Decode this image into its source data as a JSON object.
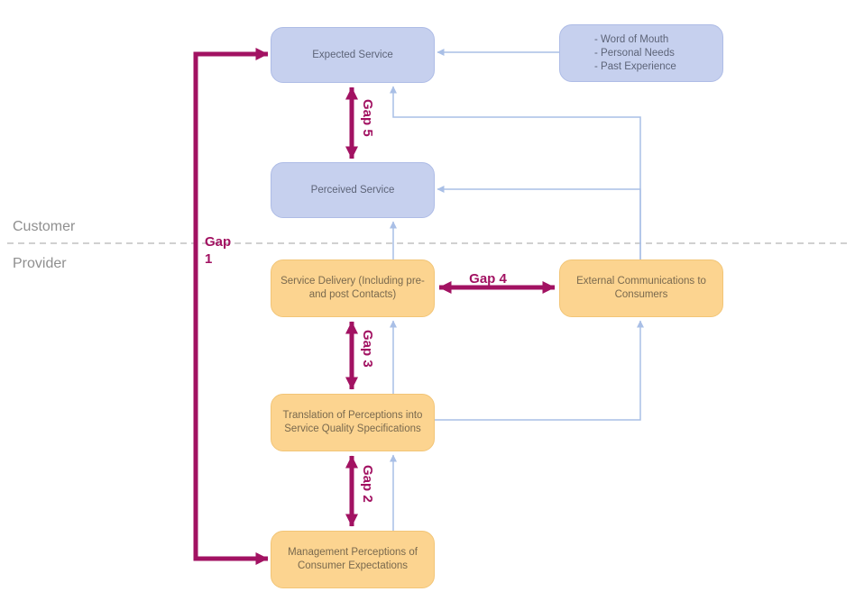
{
  "diagram": {
    "regions": {
      "customer": "Customer",
      "provider": "Provider"
    },
    "gaps": {
      "gap1": "Gap 1",
      "gap2": "Gap 2",
      "gap3": "Gap 3",
      "gap4": "Gap 4",
      "gap5": "Gap 5"
    },
    "boxes": {
      "expected_service": {
        "label": "Expected Service"
      },
      "influences": {
        "lines": [
          "- Word of Mouth",
          "- Personal Needs",
          "- Past Experience"
        ]
      },
      "perceived_service": {
        "label": "Perceived Service"
      },
      "service_delivery": {
        "lines": [
          "Service Delivery (Including pre-",
          "and post Contacts)"
        ]
      },
      "external_communications": {
        "lines": [
          "External Communications to",
          "Consumers"
        ]
      },
      "translation": {
        "lines": [
          "Translation of Perceptions into",
          "Service Quality Specifications"
        ]
      },
      "management_perceptions": {
        "lines": [
          "Management Perceptions of",
          "Consumer Expectations"
        ]
      }
    },
    "colors": {
      "customer_box_fill": "#c6d0ee",
      "customer_box_border": "#aebce6",
      "customer_box_text": "#5d6478",
      "provider_box_fill": "#fcd490",
      "provider_box_border": "#f2c577",
      "provider_box_text": "#79694e",
      "gap_arrow": "#a21262",
      "flow_arrow": "#a9bfe6",
      "divider": "#b3b3b3",
      "region_label_color": "#8f8f8f"
    }
  }
}
